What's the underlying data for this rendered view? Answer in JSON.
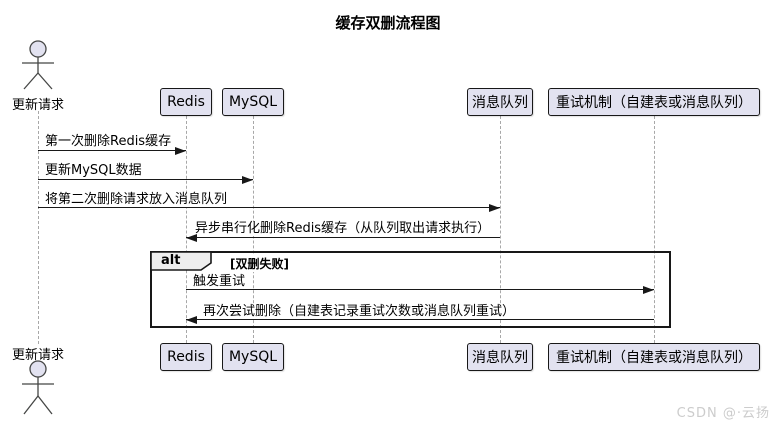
{
  "title": "缓存双删流程图",
  "actor": {
    "name": "更新请求"
  },
  "participants": [
    {
      "name": "Redis"
    },
    {
      "name": "MySQL"
    },
    {
      "name": "消息队列"
    },
    {
      "name": "重试机制（自建表或消息队列）"
    }
  ],
  "messages": [
    {
      "text": "第一次删除Redis缓存",
      "from": "更新请求",
      "to": "Redis",
      "direction": "right"
    },
    {
      "text": "更新MySQL数据",
      "from": "更新请求",
      "to": "MySQL",
      "direction": "right"
    },
    {
      "text": "将第二次删除请求放入消息队列",
      "from": "更新请求",
      "to": "消息队列",
      "direction": "right"
    },
    {
      "text": "异步串行化删除Redis缓存（从队列取出请求执行）",
      "from": "消息队列",
      "to": "Redis",
      "direction": "left"
    },
    {
      "text": "触发重试",
      "from": "Redis",
      "to": "重试机制（自建表或消息队列）",
      "direction": "right"
    },
    {
      "text": "再次尝试删除（自建表记录重试次数或消息队列重试）",
      "from": "重试机制（自建表或消息队列）",
      "to": "Redis",
      "direction": "left"
    }
  ],
  "alt_frame": {
    "label": "alt",
    "condition": "[双删失败]"
  },
  "watermark": "CSDN @·云扬",
  "colors": {
    "participant_fill": "#E2E2F0",
    "participant_border": "#181818",
    "lifeline": "#A8A8A8",
    "arrow": "#181818",
    "frame_label_fill": "#EEEEEE"
  }
}
